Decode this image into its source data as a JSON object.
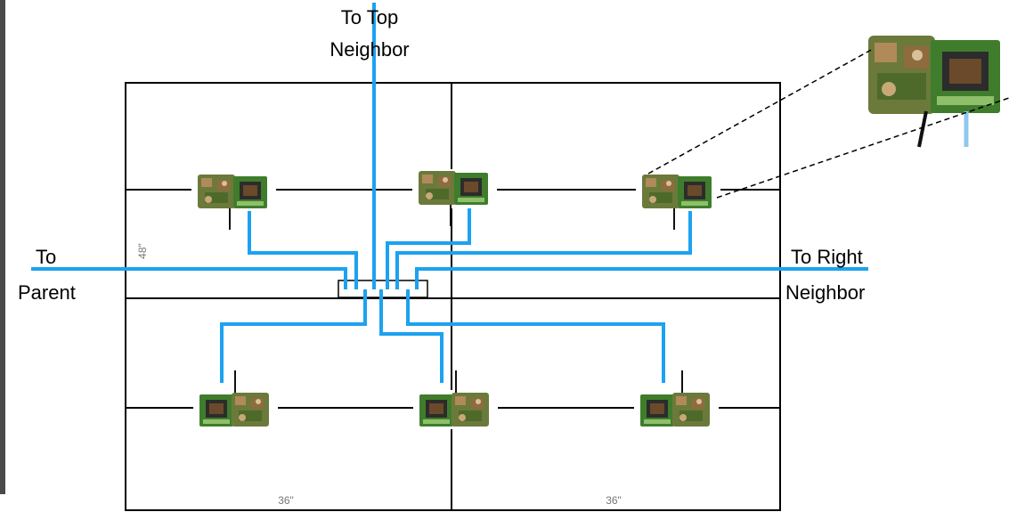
{
  "labels": {
    "top_line1": "To Top",
    "top_line2": "Neighbor",
    "left_line1": "To",
    "left_line2": "Parent",
    "right_line1": "To Right",
    "right_line2": "Neighbor"
  },
  "dimensions": {
    "width_left": "36\"",
    "width_right": "36\"",
    "height": "48\""
  },
  "colors": {
    "cable": "#1ca2f0",
    "frame": "#000000",
    "leader": "#000000"
  },
  "icons": {
    "sensor_board": "circuit-board-icon",
    "hub": "hub-icon"
  }
}
